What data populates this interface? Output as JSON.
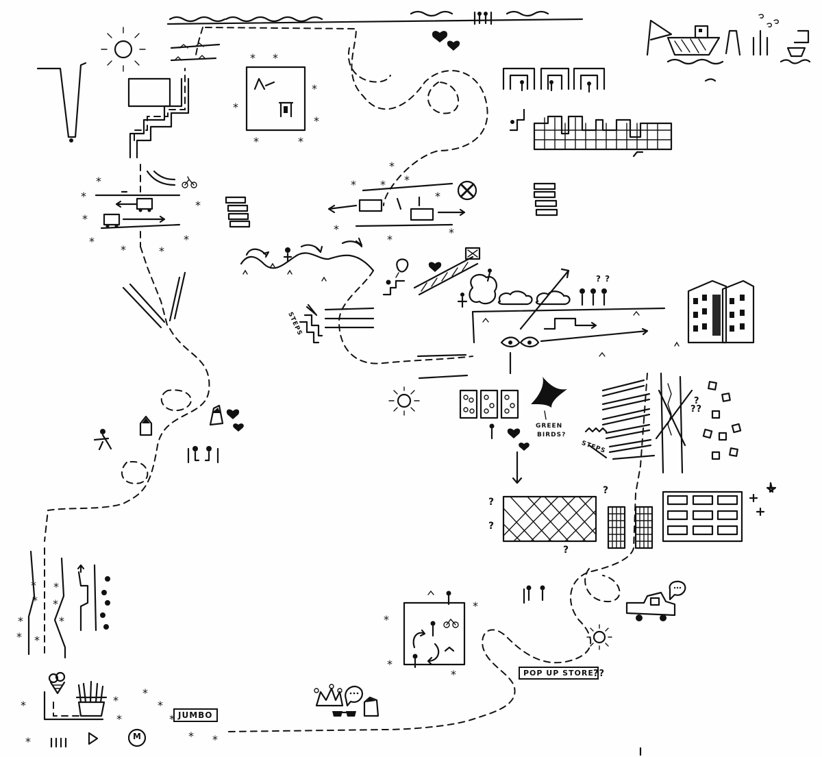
{
  "labels": {
    "jumbo": "JUMBO",
    "popup_store": "POP UP STORE",
    "popup_q": "??",
    "metro": "M",
    "green_birds": "GREEN",
    "green_birds_2": "BIRDS?",
    "steps_left": "STEPS",
    "steps_right": "STEPS",
    "q_people": "? ?",
    "q_market": "?",
    "q_market_2": "?",
    "q_market_3": "?",
    "q_blocks": "?",
    "q_scatter": "??",
    "q_right": "?"
  },
  "colors": {
    "ink": "#111111",
    "paper": "#fefefe"
  },
  "icons": [
    "sun-icon",
    "heart-icon",
    "boat-icon",
    "bicycle-icon",
    "car-icon",
    "speech-bubble-icon",
    "crown-icon",
    "sunglasses-icon",
    "ice-cream-icon",
    "fries-icon",
    "bird-icon",
    "eye-icon",
    "stick-figure-icon",
    "tree-icon",
    "cloud-icon",
    "building-icon",
    "no-entry-icon"
  ]
}
